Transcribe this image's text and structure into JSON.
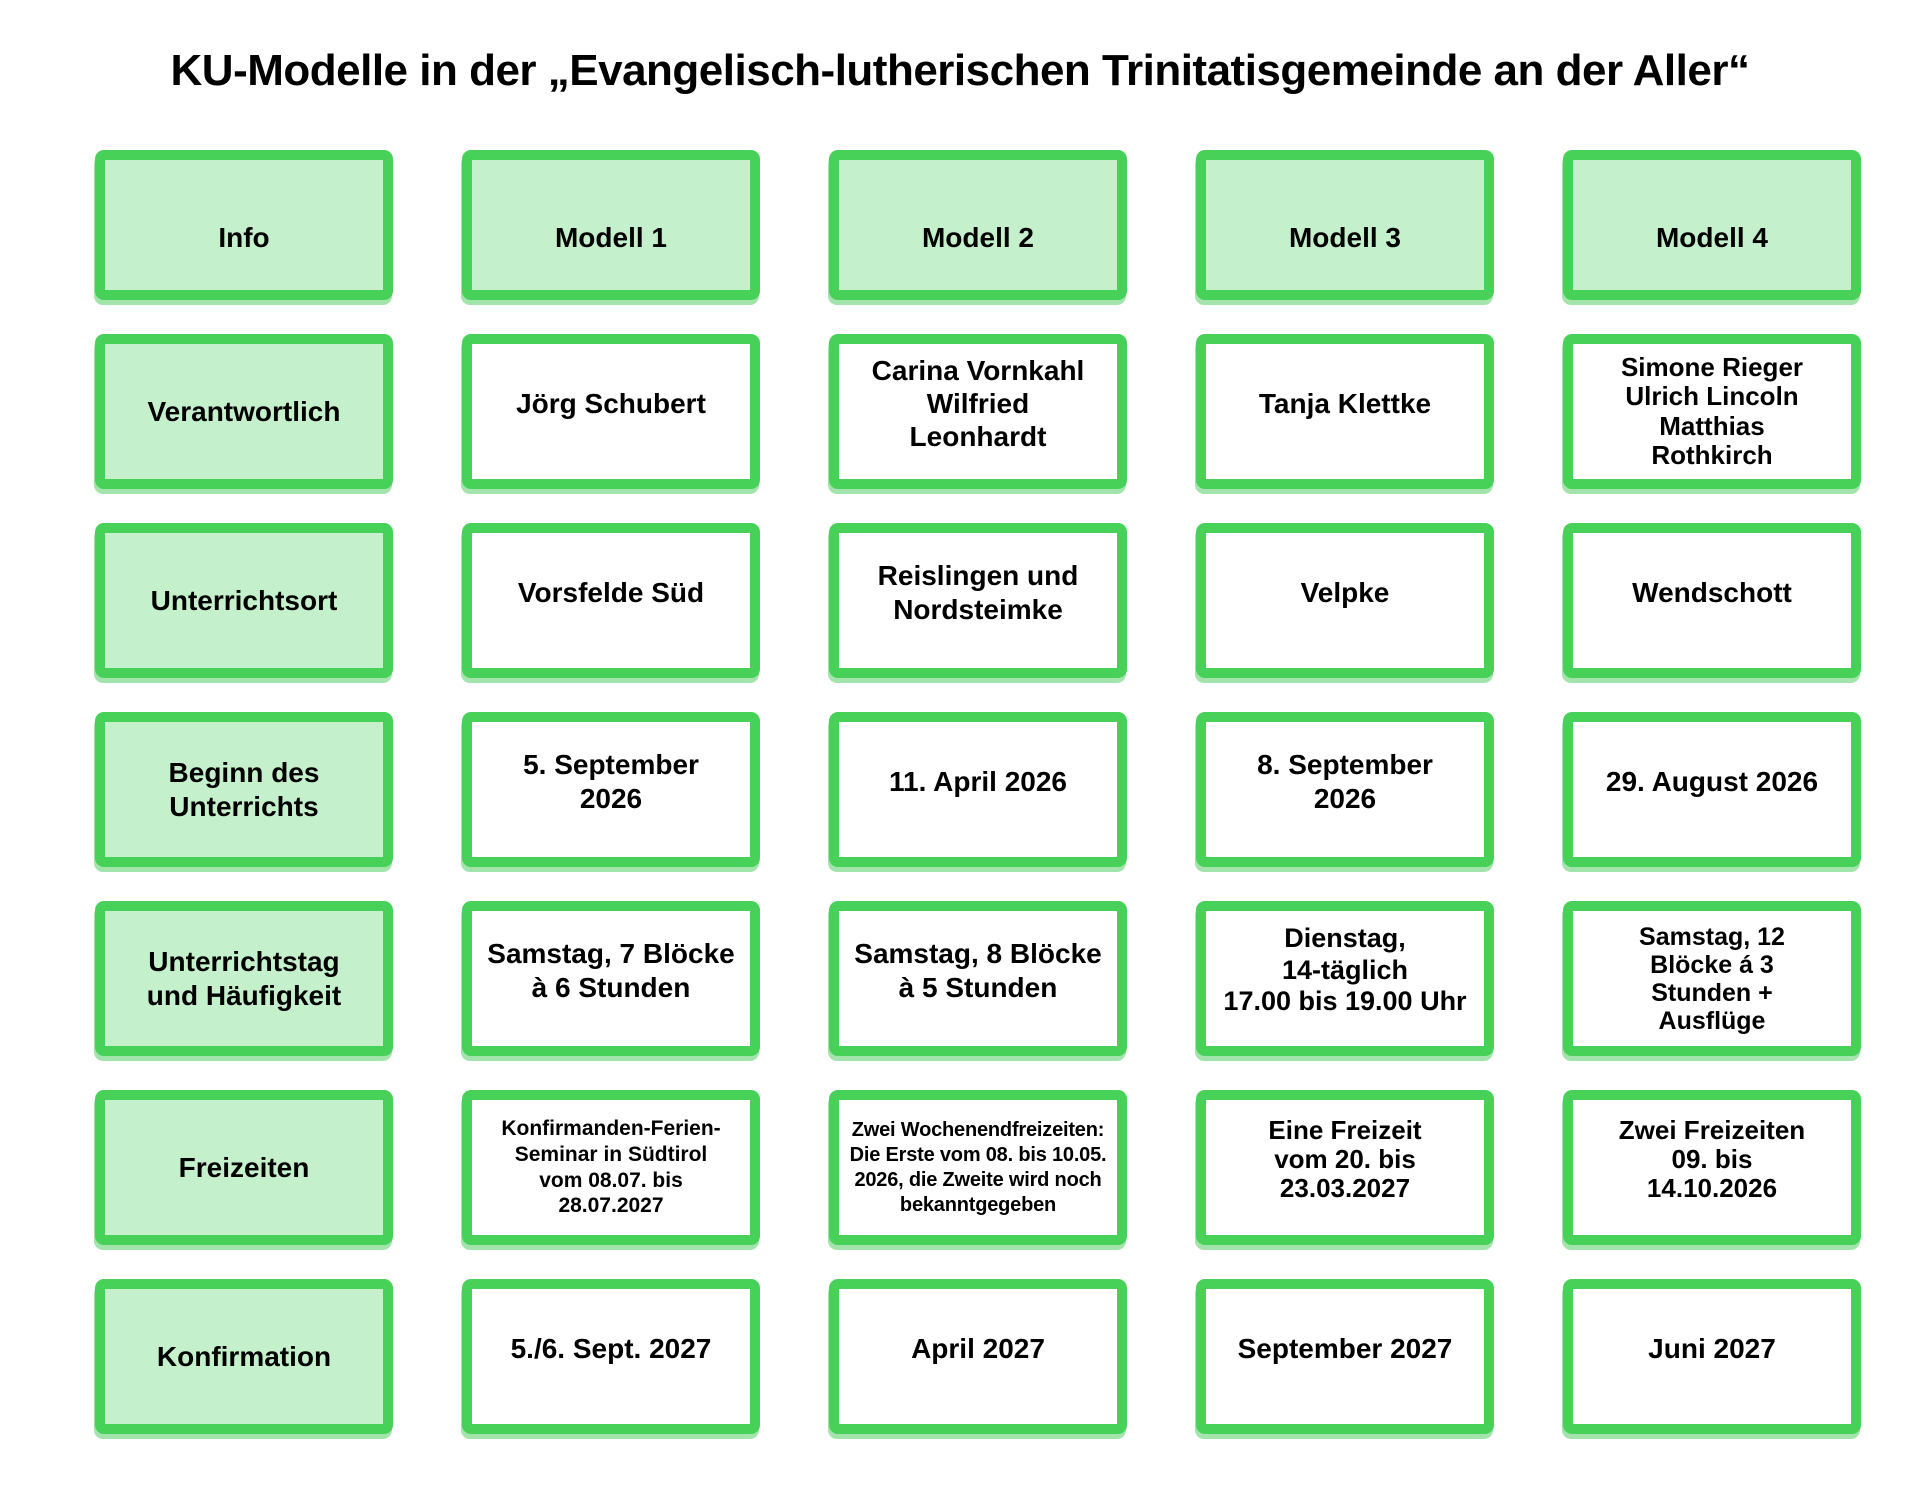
{
  "title": "KU-Modelle in der „Evangelisch-lutherischen Trinitatisgemeinde an der Aller“",
  "colors": {
    "border_green": "#47d159",
    "header_fill": "#c5f0cc",
    "cell_fill": "#ffffff",
    "text": "#000000",
    "page_background": "#ffffff"
  },
  "table": {
    "columns": [
      "Info",
      "Modell 1",
      "Modell 2",
      "Modell 3",
      "Modell 4"
    ],
    "rows": [
      {
        "label": "Verantwortlich",
        "cells": [
          "Jörg Schubert",
          "Carina Vornkahl\nWilfried\nLeonhardt",
          "Tanja Klettke",
          "Simone Rieger\nUlrich Lincoln\nMatthias\nRothkirch"
        ]
      },
      {
        "label": "Unterrichtsort",
        "cells": [
          "Vorsfelde Süd",
          "Reislingen und\nNordsteimke",
          "Velpke",
          "Wendschott"
        ]
      },
      {
        "label": "Beginn des\nUnterrichts",
        "cells": [
          "5. September\n2026",
          "11. April 2026",
          "8. September\n2026",
          "29. August 2026"
        ]
      },
      {
        "label": "Unterrichtstag\nund Häufigkeit",
        "cells": [
          "Samstag, 7 Blöcke\nà 6 Stunden",
          "Samstag, 8 Blöcke\nà 5 Stunden",
          "Dienstag,\n14-täglich\n17.00 bis 19.00 Uhr",
          "Samstag, 12\nBlöcke á 3\nStunden +\nAusflüge"
        ]
      },
      {
        "label": "Freizeiten",
        "cells": [
          "Konfirmanden-Ferien-\nSeminar in Südtirol\nvom 08.07. bis\n28.07.2027",
          "Zwei Wochenendfreizeiten:\nDie Erste vom 08. bis 10.05.\n2026, die Zweite wird noch\nbekanntgegeben",
          "Eine Freizeit\nvom 20. bis\n23.03.2027",
          "Zwei Freizeiten\n09. bis\n14.10.2026"
        ]
      },
      {
        "label": "Konfirmation",
        "cells": [
          "5./6. Sept. 2027",
          "April 2027",
          "September 2027",
          "Juni 2027"
        ]
      }
    ]
  }
}
